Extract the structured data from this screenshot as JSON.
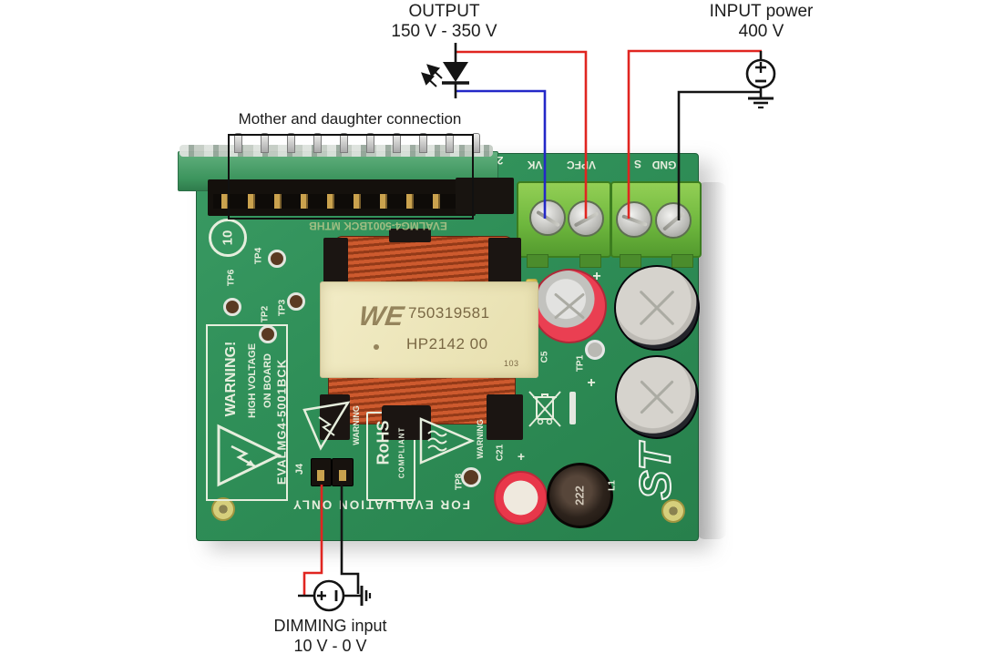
{
  "annotations": {
    "output_title": "OUTPUT",
    "output_range": "150 V - 350 V",
    "input_title": "INPUT power",
    "input_value": "400 V",
    "mother_daughter": "Mother and daughter connection",
    "dimming_title": "DIMMING input",
    "dimming_range": "10 V - 0 V"
  },
  "symbols": {
    "plus": "+",
    "minus": "−"
  },
  "silkscreen": {
    "warning_excl": "WARNING!",
    "high_voltage": "HIGH VOLTAGE",
    "on_board": "ON BOARD",
    "board_name": "EVALMG4-5001BCK",
    "mother_marking": "EVALMG4-5001BCK MTHB",
    "for_evaluation": "FOR EVALUATION ONLY",
    "rohs": "RoHS",
    "compliant": "COMPLIANT",
    "warning_side": "WARNING",
    "epup": "10",
    "j4": "J4",
    "tp1": "TP1",
    "tp2": "TP2",
    "tp3": "TP3",
    "tp4": "TP4",
    "tp6": "TP6",
    "tp8": "TP8",
    "c5": "C5",
    "c21": "C21",
    "l1": "L1",
    "term_2": "2",
    "term_vk": "VK",
    "term_vpfc": "VPFC",
    "term_s": "S",
    "term_gnd": "GND"
  },
  "components": {
    "transformer_logo": "WE",
    "transformer_part": "750319581",
    "transformer_rev": "HP2142 00",
    "transformer_code": "103",
    "inductor_marking": "222",
    "st_logo": "ST"
  },
  "colors": {
    "wire_red": "#e02520",
    "wire_blue": "#2328c8",
    "wire_black": "#141414",
    "board_green": "#2f8f58",
    "terminal_green": "#6fb83e",
    "silkscreen_white": "#e6eedd"
  }
}
